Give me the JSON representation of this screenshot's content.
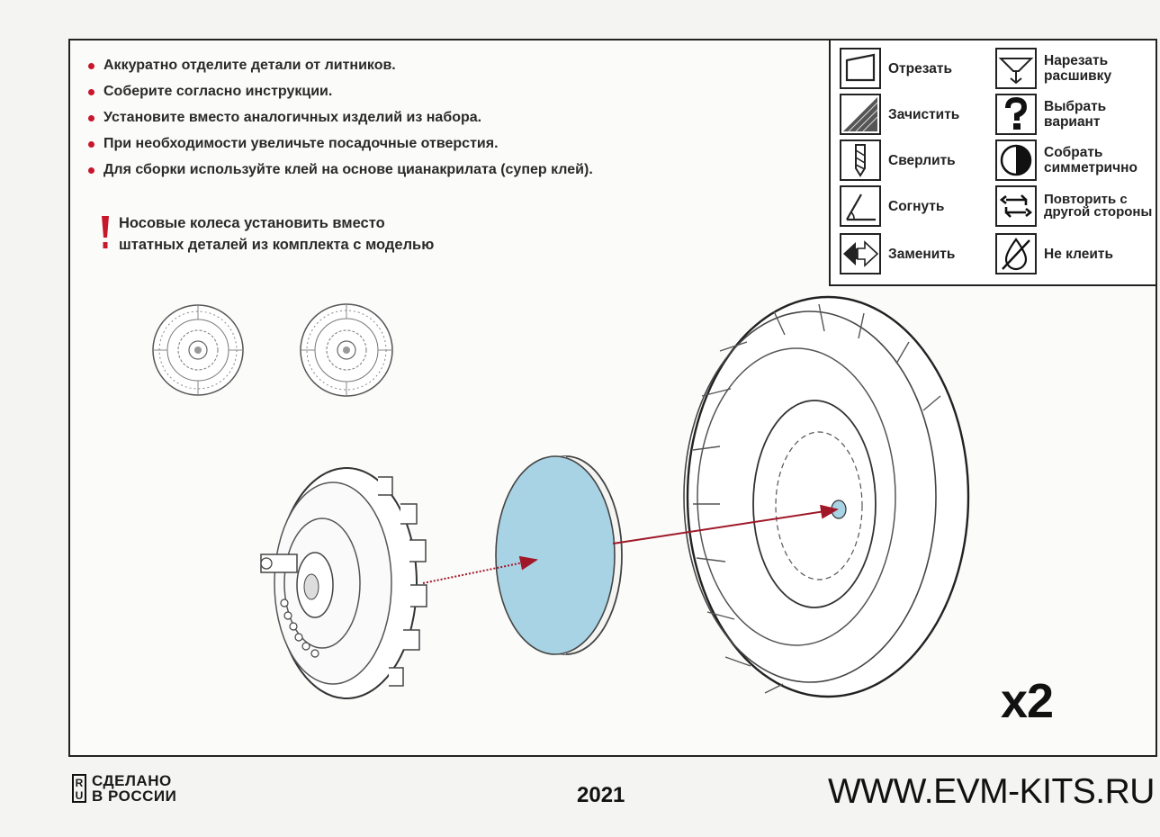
{
  "instructions": [
    "Аккуратно отделите детали от литников.",
    "Соберите согласно инструкции.",
    "Установите вместо аналогичных изделий из набора.",
    "При необходимости увеличьте посадочные отверстия.",
    "Для сборки используйте клей на основе цианакрилата (супер клей)."
  ],
  "warning": {
    "line1": "Носовые колеса установить вместо",
    "line2": "штатных деталей из комплекта с моделью"
  },
  "legend": [
    {
      "icon": "cut-icon",
      "label": "Отрезать"
    },
    {
      "icon": "sand-icon",
      "label": "Зачистить"
    },
    {
      "icon": "drill-icon",
      "label": "Сверлить"
    },
    {
      "icon": "bend-icon",
      "label": "Согнуть"
    },
    {
      "icon": "replace-icon",
      "label": "Заменить"
    },
    {
      "icon": "scribe-icon",
      "label": "Нарезать расшивку"
    },
    {
      "icon": "choose-option-icon",
      "label": "Выбрать вариант"
    },
    {
      "icon": "symmetric-icon",
      "label": "Собрать симметрично"
    },
    {
      "icon": "repeat-other-side-icon",
      "label": "Повторить с другой стороны"
    },
    {
      "icon": "no-glue-icon",
      "label": "Не клеить"
    }
  ],
  "quantity": "x2",
  "footer": {
    "logo_letters": [
      "R",
      "U"
    ],
    "made_line1": "СДЕЛАНО",
    "made_line2": "В РОССИИ",
    "year": "2021",
    "website": "WWW.EVM-KITS.RU"
  },
  "colors": {
    "accent_red": "#c8162b",
    "mask_blue": "#a8d3e4",
    "arrow_red": "#a01828"
  }
}
